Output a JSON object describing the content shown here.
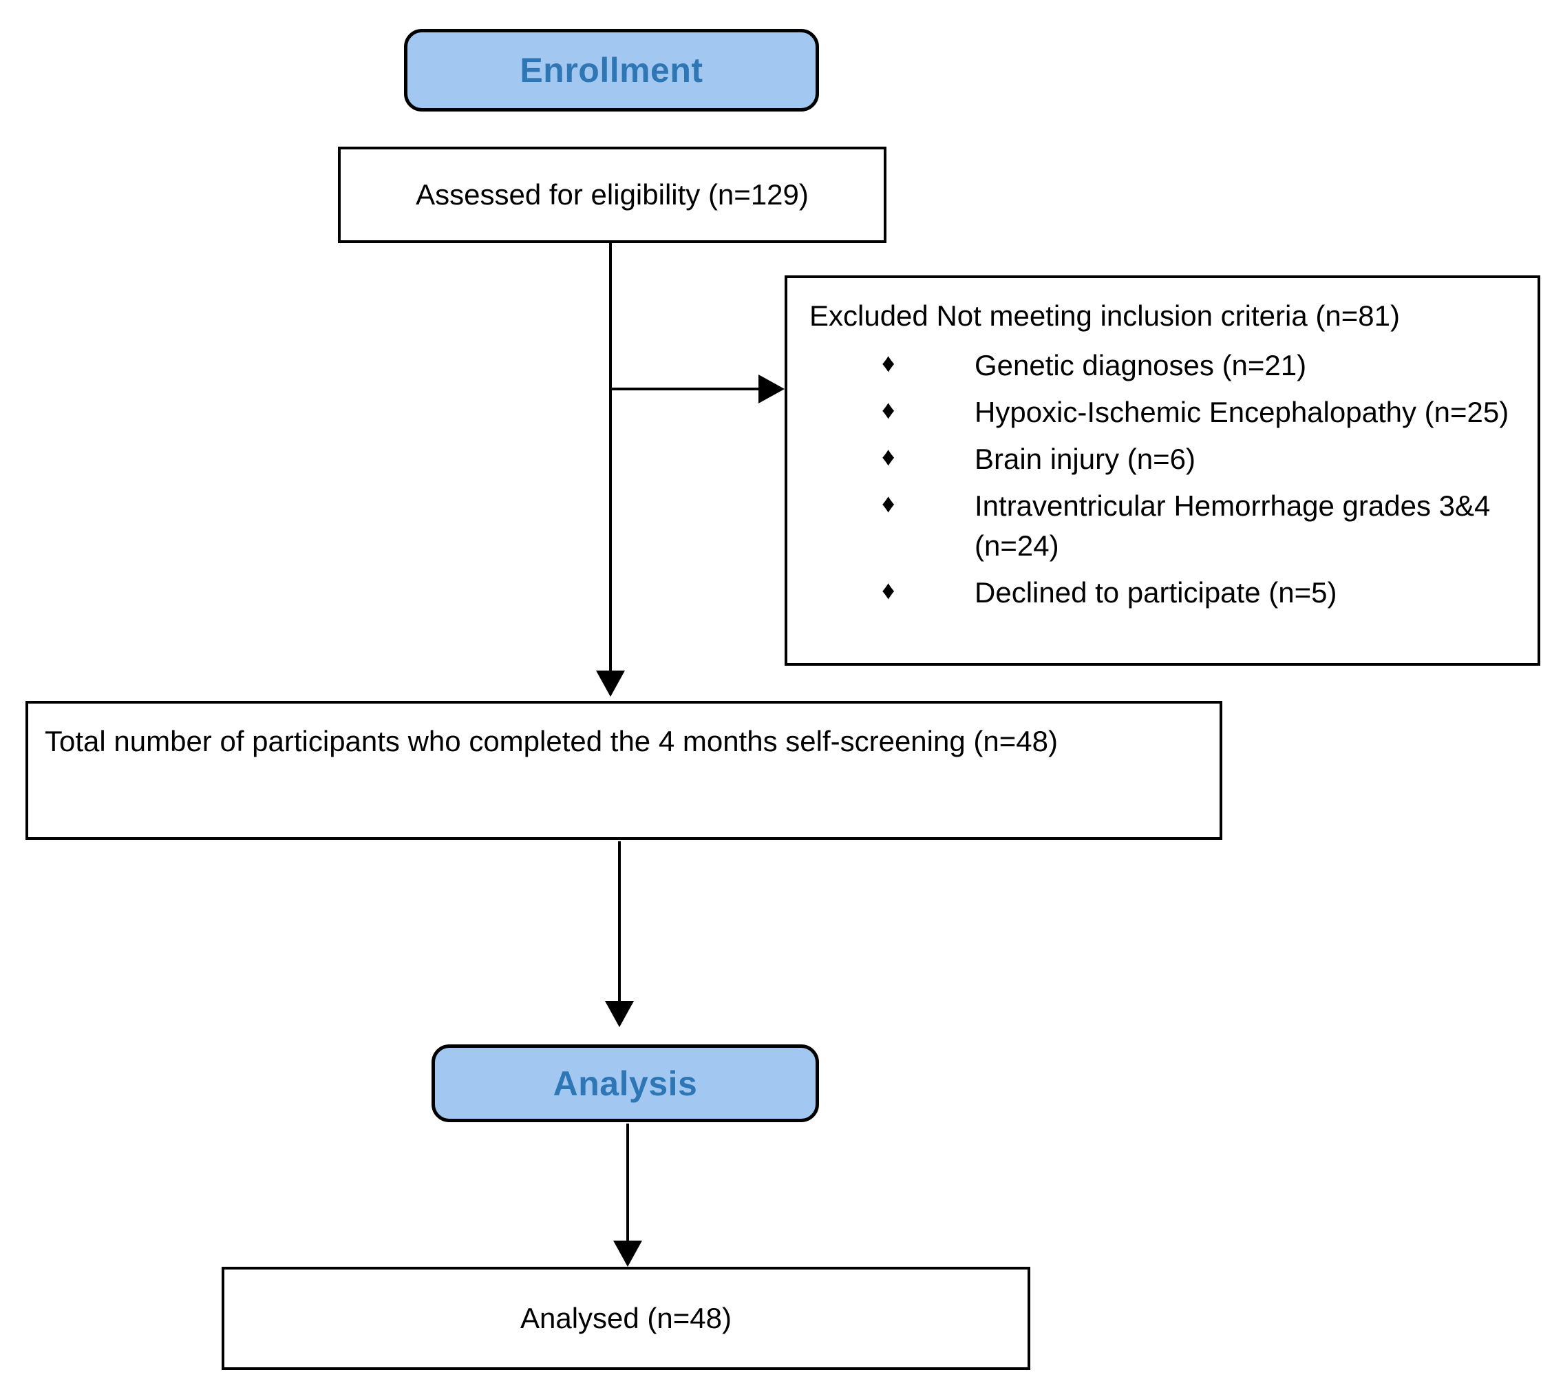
{
  "figure": {
    "type": "study-flow-diagram",
    "colors": {
      "background": "#FFFFFF",
      "stage_fill": "#A2C8F2",
      "stage_text": "#2F76B5",
      "box_border": "#000000",
      "body_text": "#000000",
      "arrow": "#000000"
    },
    "stage_labels": {
      "enrollment": "Enrollment",
      "analysis": "Analysis"
    },
    "boxes": {
      "assessed": {
        "text": "Assessed for eligibility (n=129)"
      },
      "excluded": {
        "title": "Excluded Not meeting inclusion criteria (n=81)",
        "bullet_glyph": "♦",
        "items": [
          "Genetic diagnoses (n=21)",
          "Hypoxic-Ischemic Encephalopathy (n=25)",
          "Brain injury (n=6)",
          "Intraventricular Hemorrhage grades 3&4 (n=24)",
          "Declined to participate (n=5)"
        ]
      },
      "total": {
        "text": "Total number of participants who completed the 4 months self-screening (n=48)"
      },
      "analysed": {
        "text": "Analysed (n=48)"
      }
    }
  }
}
